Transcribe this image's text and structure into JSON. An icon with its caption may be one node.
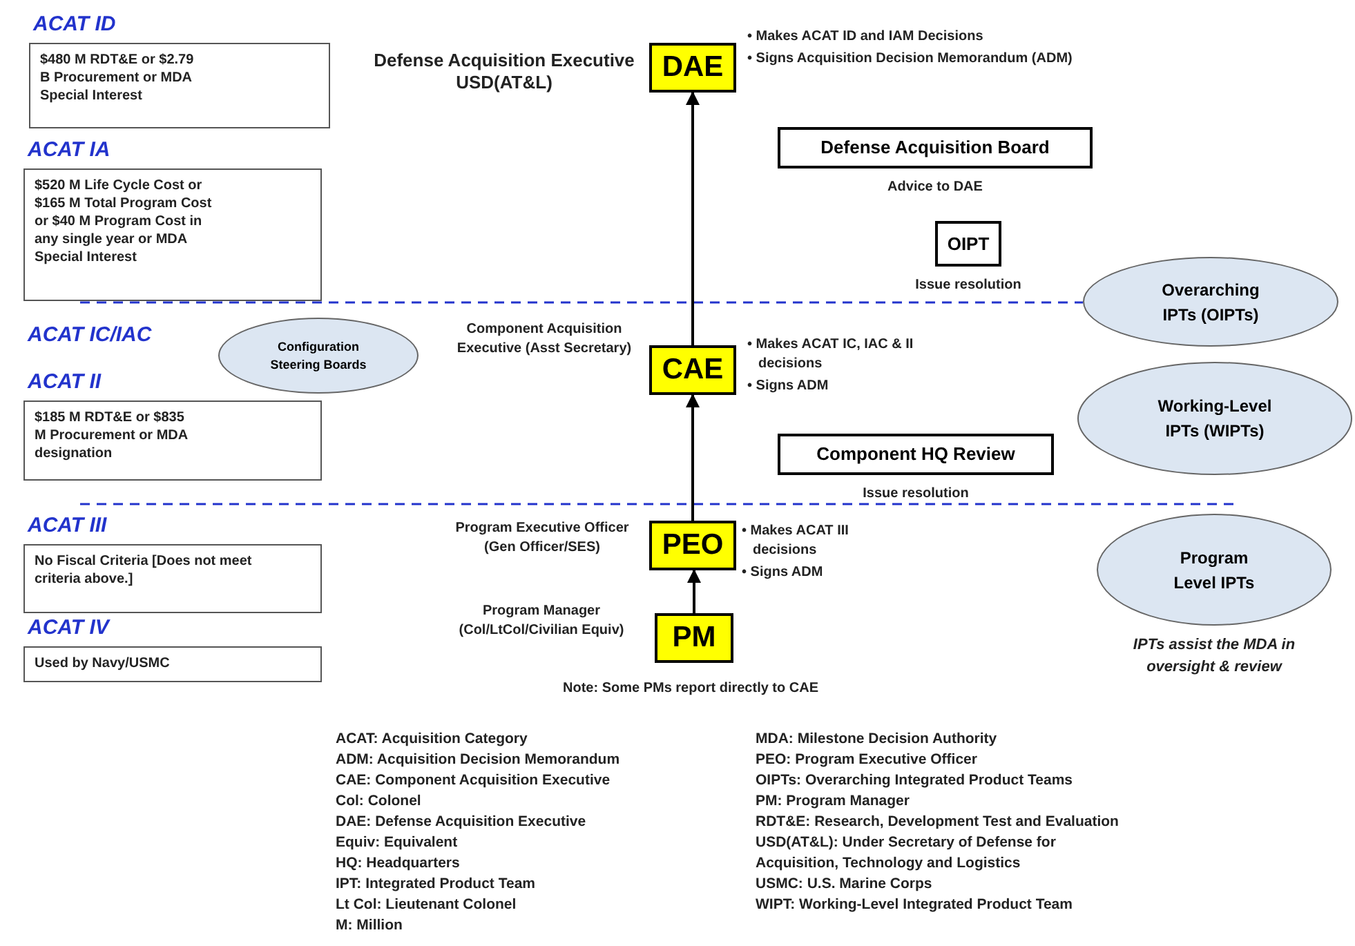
{
  "diagram": {
    "nodes": [
      {
        "text": [
          "ACAT ID",
          "$480 M RDT&E or $2.79 B Procurement or MDA Special Interest"
        ]
      },
      {
        "text": [
          "ACAT IA",
          "$520 M Life Cycle Cost or $165 M Total Program Cost or $40 M Program Cost in any single year or MDA Special Interest"
        ]
      },
      {
        "text": [
          "ACAT II",
          "$185 M RDT&E or $835 M Procurement or MDA designation"
        ]
      },
      {
        "text": [
          "ACAT III",
          "No Fiscal Criteria [Does not meet criteria above.]"
        ]
      },
      {
        "text": [
          "ACAT IV",
          "Used by Navy/USMC"
        ]
      },
      {
        "text": [
          "DAE"
        ],
        "beside": [
          "Defense Acquisition Executive USD(AT&L)",
          "• Makes ACAT ID and IAM Decisions",
          "• Signs Acquisition Decision Memorandum (ADM)"
        ]
      },
      {
        "text": [
          "CAE"
        ],
        "beside": [
          "Component Acquisition Executive (Asst Secretary)",
          "• Makes ACAT IC, IAC & II decisions",
          "• Signs ADM"
        ]
      },
      {
        "text": [
          "PEO"
        ],
        "beside": [
          "Program Executive Officer (Gen Officer/SES)",
          "• Makes ACAT III decisions",
          "• Signs ADM"
        ]
      },
      {
        "text": [
          "PM"
        ],
        "beside": [
          "Program Manager (Col/LtCol/Civilian Equiv)"
        ]
      },
      {
        "text": [
          "Defense Acquisition Board"
        ],
        "beside": [
          "Advice to DAE"
        ]
      },
      {
        "text": [
          "OIPT"
        ],
        "beside": [
          "Issue resolution"
        ]
      },
      {
        "text": [
          "Component HQ Review"
        ],
        "beside": [
          "Issue resolution"
        ]
      },
      {
        "text": [
          "Configuration Steering Boards"
        ]
      },
      {
        "text": [
          "Overarching IPTs (OIPTs)"
        ]
      },
      {
        "text": [
          "Working-Level IPTs (WIPTs)"
        ]
      },
      {
        "text": [
          "Program Level IPTs"
        ],
        "beside": [
          "IPTs assist the MDA in oversight & review"
        ]
      }
    ],
    "edges": [
      {
        "from": 8,
        "to": 7,
        "arrow": "to"
      },
      {
        "from": 7,
        "to": 6,
        "arrow": "to"
      },
      {
        "from": 6,
        "to": 5,
        "arrow": "to"
      }
    ],
    "labels": [
      "ACAT IC/IAC",
      "Note: Some PMs report directly to CAE",
      "ACAT: Acquisition Category",
      "ADM: Acquisition Decision Memorandum",
      "CAE: Component Acquisition Executive",
      "Col: Colonel",
      "DAE: Defense Acquisition Executive",
      "Equiv: Equivalent",
      "HQ: Headquarters",
      "IPT: Integrated Product Team",
      "Lt Col: Lieutenant Colonel",
      "M: Million",
      "MDA: Milestone Decision Authority",
      "PEO: Program Executive Officer",
      "OIPTs: Overarching Integrated Product Teams",
      "PM: Program Manager",
      "RDT&E: Research, Development Test and Evaluation",
      "USD(AT&L): Under Secretary of Defense for Acquisition, Technology and Logistics",
      "USMC: U.S. Marine Corps",
      "WIPT: Working-Level Integrated Product Team"
    ]
  }
}
